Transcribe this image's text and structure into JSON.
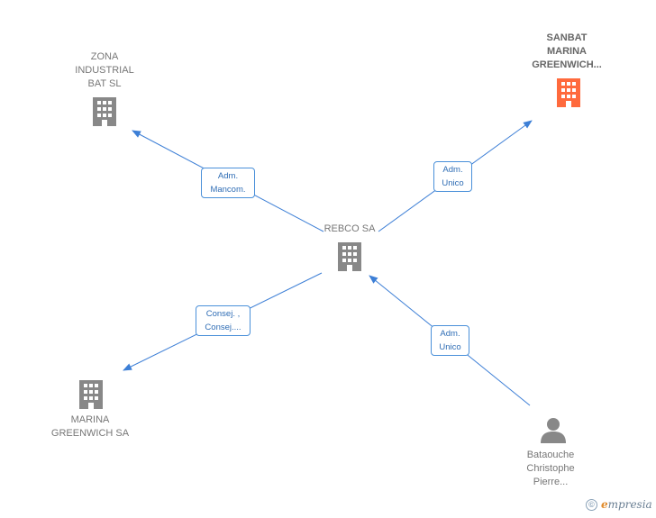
{
  "nodes": {
    "zona": {
      "label": "ZONA\nINDUSTRIAL\nBAT SL",
      "type": "company",
      "color": "#888888"
    },
    "sanbat": {
      "label": "SANBAT\nMARINA\nGREENWICH...",
      "type": "company",
      "color": "#ff6a3d"
    },
    "rebco": {
      "label": "REBCO SA",
      "type": "company",
      "color": "#888888"
    },
    "marina": {
      "label": "MARINA\nGREENWICH SA",
      "type": "company",
      "color": "#888888"
    },
    "person": {
      "label": "Bataouche\nChristophe\nPierre...",
      "type": "person",
      "color": "#888888"
    }
  },
  "edges": {
    "e1": {
      "label": "Adm.\nMancom."
    },
    "e2": {
      "label": "Adm.\nUnico"
    },
    "e3": {
      "label": "Consej. ,\nConsej...."
    },
    "e4": {
      "label": "Adm.\nUnico"
    }
  },
  "colors": {
    "edge": "#3d7fd6",
    "highlight": "#ff6a3d",
    "company": "#888888"
  },
  "icons": {
    "company": "building-icon",
    "person": "person-icon"
  },
  "brand": {
    "copyright": "©",
    "name_initial": "e",
    "name_rest": "mpresia"
  }
}
